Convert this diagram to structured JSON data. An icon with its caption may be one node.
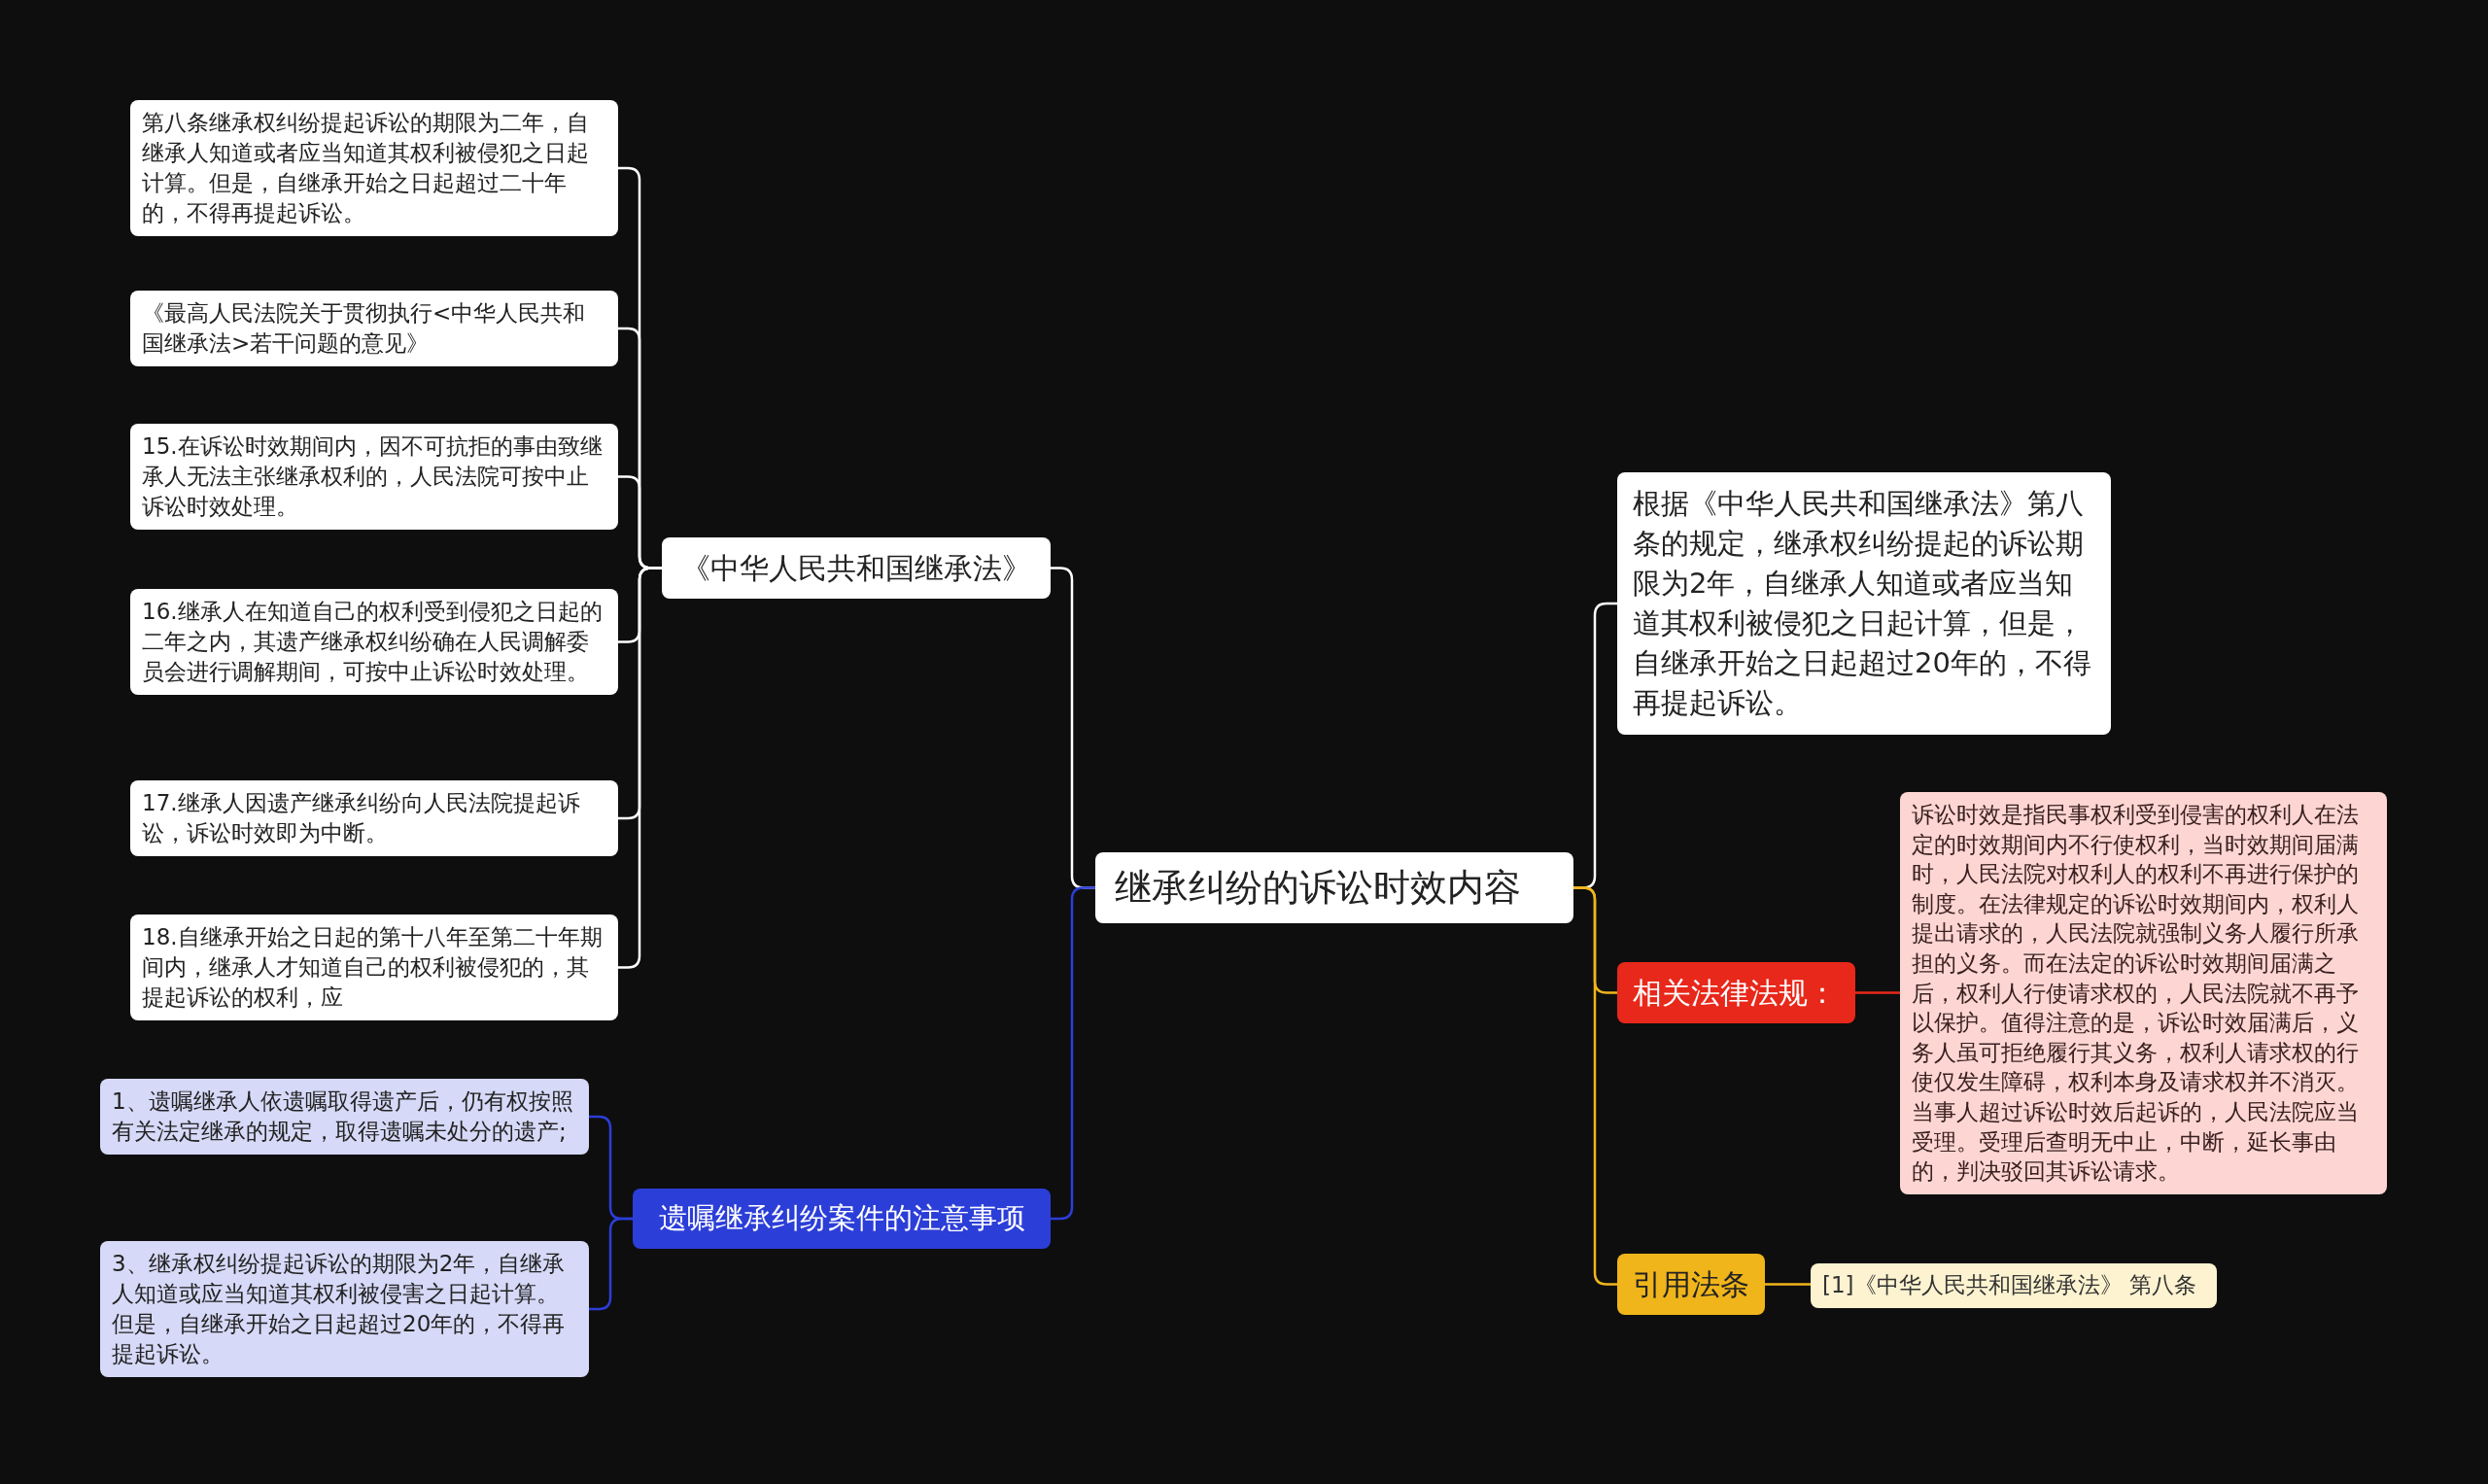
{
  "diagram": {
    "nodes": [
      {
        "text": [
          "继承纠纷的诉讼时效内容"
        ]
      },
      {
        "text": [
          "《中华人民共和国继承法》"
        ]
      },
      {
        "text": [
          "第八条继承权纠纷提起诉讼的期限为二年，自继承人知道或者应当知道其权利被侵犯之日起计算。但是，自继承开始之日起超过二十年的，不得再提起诉讼。"
        ]
      },
      {
        "text": [
          "《最高人民法院关于贯彻执行<中华人民共和国继承法>若干问题的意见》"
        ]
      },
      {
        "text": [
          "15.在诉讼时效期间内，因不可抗拒的事由致继承人无法主张继承权利的，人民法院可按中止诉讼时效处理。"
        ]
      },
      {
        "text": [
          "16.继承人在知道自己的权利受到侵犯之日起的二年之内，其遗产继承权纠纷确在人民调解委员会进行调解期间，可按中止诉讼时效处理。"
        ]
      },
      {
        "text": [
          "17.继承人因遗产继承纠纷向人民法院提起诉讼，诉讼时效即为中断。"
        ]
      },
      {
        "text": [
          "18.自继承开始之日起的第十八年至第二十年期间内，继承人才知道自己的权利被侵犯的，其提起诉讼的权利，应"
        ]
      },
      {
        "text": [
          "遗嘱继承纠纷案件的注意事项"
        ]
      },
      {
        "text": [
          "1、遗嘱继承人依遗嘱取得遗产后，仍有权按照有关法定继承的规定，取得遗嘱未处分的遗产;"
        ]
      },
      {
        "text": [
          "3、继承权纠纷提起诉讼的期限为2年，自继承人知道或应当知道其权利被侵害之日起计算。但是，自继承开始之日起超过20年的，不得再提起诉讼。"
        ]
      },
      {
        "text": [
          "根据《中华人民共和国继承法》第八条的规定，继承权纠纷提起的诉讼期限为2年，自继承人知道或者应当知道其权利被侵犯之日起计算，但是，自继承开始之日起超过20年的，不得再提起诉讼。"
        ]
      },
      {
        "text": [
          "相关法律法规："
        ]
      },
      {
        "text": [
          "诉讼时效是指民事权利受到侵害的权利人在法定的时效期间内不行使权利，当时效期间届满时，人民法院对权利人的权利不再进行保护的制度。在法律规定的诉讼时效期间内，权利人提出请求的，人民法院就强制义务人履行所承担的义务。而在法定的诉讼时效期间届满之后，权利人行使请求权的，人民法院就不再予以保护。值得注意的是，诉讼时效届满后，义务人虽可拒绝履行其义务，权利人请求权的行使仅发生障碍，权利本身及请求权并不消灭。当事人超过诉讼时效后起诉的，人民法院应当受理。受理后查明无中止，中断，延长事由的，判决驳回其诉讼请求。"
        ]
      },
      {
        "text": [
          "引用法条"
        ]
      },
      {
        "text": [
          "[1]《中华人民共和国继承法》 第八条"
        ]
      }
    ],
    "edges": [
      {
        "from": 0,
        "to": 1,
        "arrow": "none"
      },
      {
        "from": 1,
        "to": 2,
        "arrow": "none"
      },
      {
        "from": 1,
        "to": 3,
        "arrow": "none"
      },
      {
        "from": 1,
        "to": 4,
        "arrow": "none"
      },
      {
        "from": 1,
        "to": 5,
        "arrow": "none"
      },
      {
        "from": 1,
        "to": 6,
        "arrow": "none"
      },
      {
        "from": 1,
        "to": 7,
        "arrow": "none"
      },
      {
        "from": 0,
        "to": 8,
        "arrow": "none",
        "color": "#2c3ed8"
      },
      {
        "from": 8,
        "to": 9,
        "arrow": "none",
        "color": "#2c3ed8"
      },
      {
        "from": 8,
        "to": 10,
        "arrow": "none",
        "color": "#2c3ed8"
      },
      {
        "from": 0,
        "to": 11,
        "arrow": "none"
      },
      {
        "from": 0,
        "to": 12,
        "arrow": "none",
        "color": "#f0b51b"
      },
      {
        "from": 12,
        "to": 13,
        "arrow": "none",
        "color": "#e8281a"
      },
      {
        "from": 0,
        "to": 14,
        "arrow": "none",
        "color": "#f0b51b"
      },
      {
        "from": 14,
        "to": 15,
        "arrow": "none",
        "color": "#f0b51b"
      }
    ]
  }
}
